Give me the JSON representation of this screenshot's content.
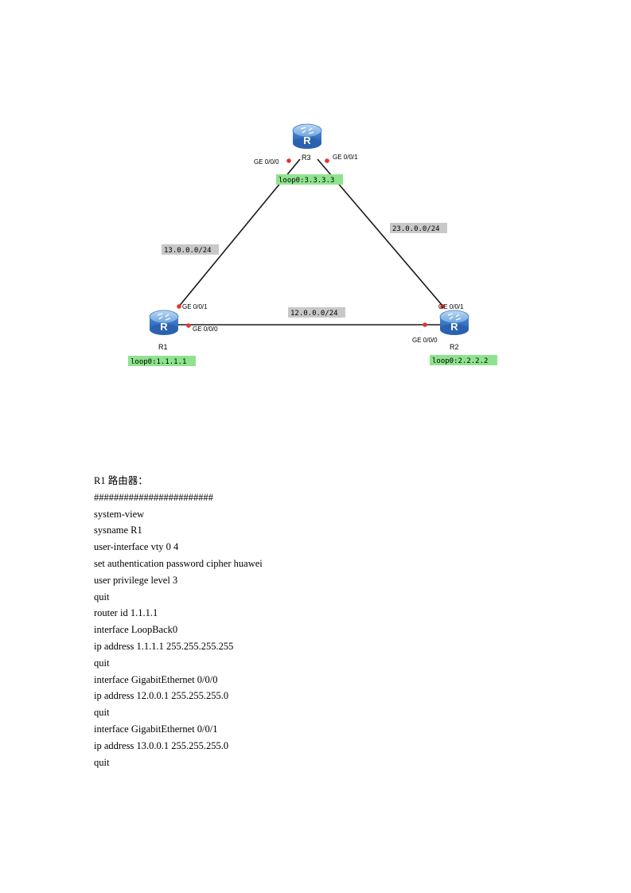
{
  "diagram": {
    "routers": [
      {
        "id": "R3",
        "label": "R3",
        "loopback": "loop0:3.3.3.3"
      },
      {
        "id": "R1",
        "label": "R1",
        "loopback": "loop0:1.1.1.1"
      },
      {
        "id": "R2",
        "label": "R2",
        "loopback": "loop0:2.2.2.2"
      }
    ],
    "networks": {
      "r1_r3": "13.0.0.0/24",
      "r2_r3": "23.0.0.0/24",
      "r1_r2": "12.0.0.0/24"
    },
    "ports": {
      "r3_ge000": "GE 0/0/0",
      "r3_ge001": "GE 0/0/1",
      "r1_ge001": "GE 0/0/1",
      "r1_ge000": "GE 0/0/0",
      "r2_ge001": "GE 0/0/1",
      "r2_ge000": "GE 0/0/0"
    },
    "router_icon_letter": "R",
    "colors": {
      "router_blue": "#3d7fd1",
      "loopback_bg": "#8fe38f",
      "network_bg": "#c8c8c8",
      "port_dot": "#e8332a"
    }
  },
  "config": {
    "heading": "R1 路由器：",
    "lines": [
      "########################",
      "system-view",
      "sysname R1",
      "user-interface vty 0 4",
      "set authentication password cipher huawei",
      "user privilege level 3",
      "quit",
      "router id 1.1.1.1",
      "interface LoopBack0",
      "ip address 1.1.1.1 255.255.255.255",
      "quit",
      "interface GigabitEthernet 0/0/0",
      "ip address 12.0.0.1 255.255.255.0",
      "quit",
      "interface GigabitEthernet 0/0/1",
      "ip address 13.0.0.1 255.255.255.0",
      "quit"
    ]
  }
}
